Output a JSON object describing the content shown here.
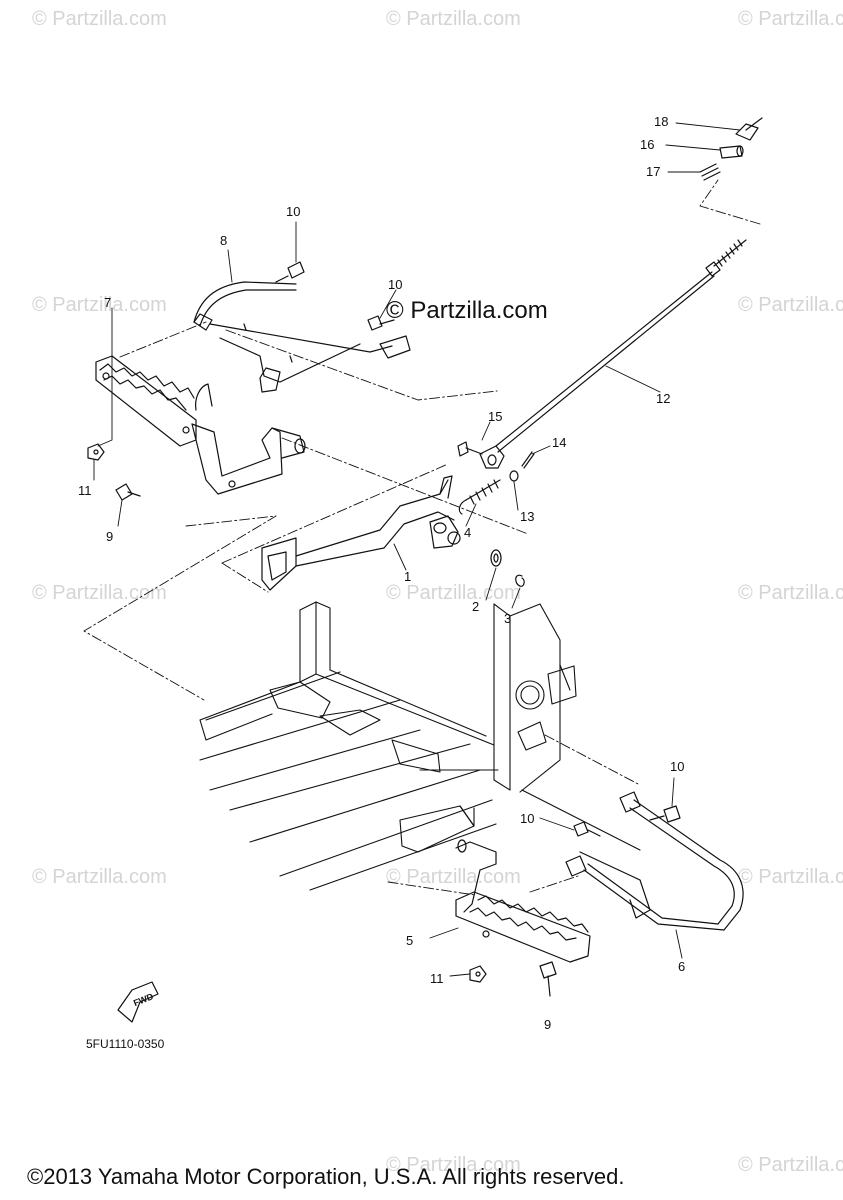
{
  "watermark": "© Partzilla.com",
  "diagram_code": "5FU1110-0350",
  "fwd_arrow_label": "FWD",
  "copyright": "©2013 Yamaha Motor Corporation, U.S.A. All rights reserved.",
  "callouts": [
    {
      "id": "c1",
      "label": "1"
    },
    {
      "id": "c2",
      "label": "2"
    },
    {
      "id": "c3",
      "label": "3"
    },
    {
      "id": "c4",
      "label": "4"
    },
    {
      "id": "c5",
      "label": "5"
    },
    {
      "id": "c6",
      "label": "6"
    },
    {
      "id": "c7",
      "label": "7"
    },
    {
      "id": "c8",
      "label": "8"
    },
    {
      "id": "c9a",
      "label": "9"
    },
    {
      "id": "c9b",
      "label": "9"
    },
    {
      "id": "c10a",
      "label": "10"
    },
    {
      "id": "c10b",
      "label": "10"
    },
    {
      "id": "c10c",
      "label": "10"
    },
    {
      "id": "c10d",
      "label": "10"
    },
    {
      "id": "c11a",
      "label": "11"
    },
    {
      "id": "c11b",
      "label": "11"
    },
    {
      "id": "c12",
      "label": "12"
    },
    {
      "id": "c13",
      "label": "13"
    },
    {
      "id": "c14",
      "label": "14"
    },
    {
      "id": "c15",
      "label": "15"
    },
    {
      "id": "c16",
      "label": "16"
    },
    {
      "id": "c17",
      "label": "17"
    },
    {
      "id": "c18",
      "label": "18"
    }
  ]
}
